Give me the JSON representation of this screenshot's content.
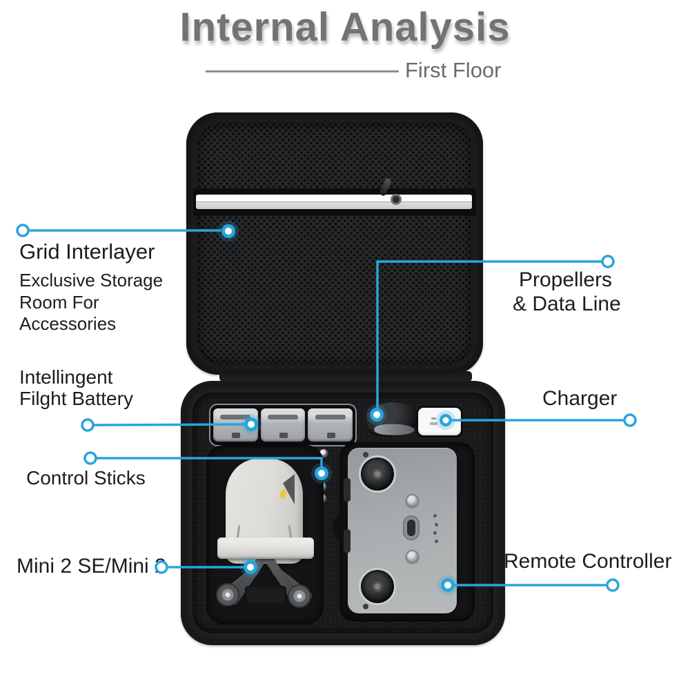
{
  "header": {
    "title": "Internal Analysis",
    "subtitle": "First Floor"
  },
  "colors": {
    "accent": "#29a5dc",
    "title": "#737373",
    "label": "#1d1d1d",
    "shell": "#232325",
    "foam": "#1a1a1c",
    "zipper": "#efefef",
    "battery": "#b2b5b7",
    "drone": "#dcdbd7",
    "remote": "#a9acae",
    "charger": "#f8f8f8",
    "sticker": "#f0c33c"
  },
  "callouts": {
    "grid_interlayer": {
      "label": "Grid Interlayer",
      "sub_line1": "Exclusive Storage",
      "sub_line2": "Room For",
      "sub_line3": "Accessories"
    },
    "propellers": {
      "line1": "Propellers",
      "line2": "& Data Line"
    },
    "battery": {
      "line1": "Intellingent",
      "line2": "Filght Battery"
    },
    "charger": {
      "label": "Charger"
    },
    "control_sticks": {
      "label": "Control Sticks"
    },
    "drone": {
      "label": "Mini 2 SE/Mini 2"
    },
    "remote": {
      "label": "Remote Controller"
    }
  }
}
